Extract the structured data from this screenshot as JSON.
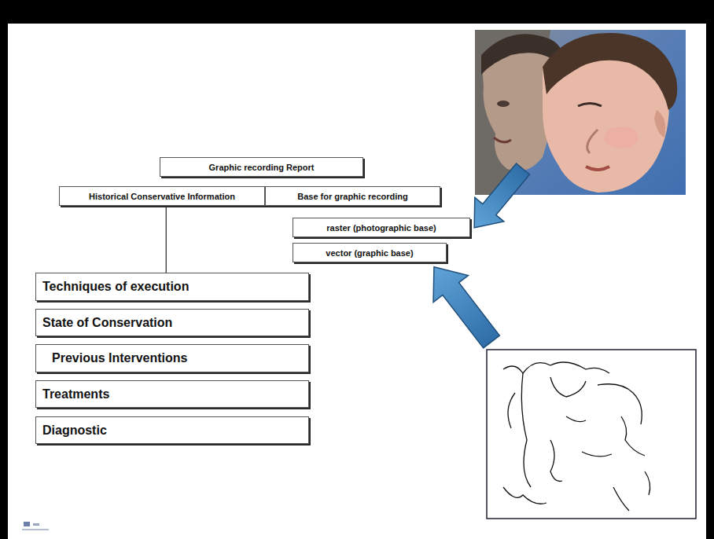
{
  "diagram": {
    "nodes": [
      {
        "text": [
          "Graphic recording Report"
        ]
      },
      {
        "text": [
          "Historical Conservative Information"
        ]
      },
      {
        "text": [
          "Base for graphic recording"
        ]
      },
      {
        "text": [
          "raster (photographic base)"
        ]
      },
      {
        "text": [
          "vector (graphic base)"
        ]
      },
      {
        "text": [
          "Techniques of execution"
        ]
      },
      {
        "text": [
          "State of Conservation"
        ]
      },
      {
        "text": [
          "Previous Interventions"
        ]
      },
      {
        "text": [
          "Treatments"
        ]
      },
      {
        "text": [
          "Diagnostic"
        ]
      }
    ],
    "edges": [
      {
        "from": 1,
        "to": 5,
        "arrow": "none"
      }
    ]
  }
}
